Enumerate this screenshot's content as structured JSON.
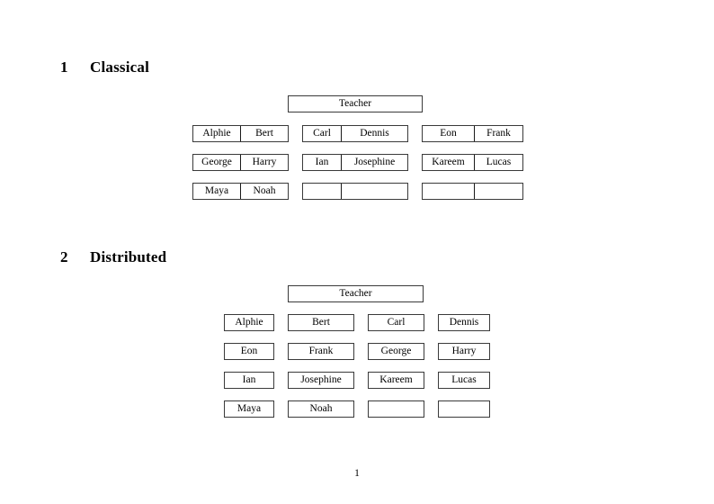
{
  "document": {
    "page_number": "1",
    "page_background": "#ffffff",
    "text_color": "#000000",
    "border_color": "#3a3a3a"
  },
  "sections": [
    {
      "number": "1",
      "title": "Classical",
      "teacher_label": "Teacher",
      "layout": "three-groups-of-two",
      "groups": [
        {
          "name": "group-left",
          "rows": [
            [
              "Alphie",
              "Bert"
            ],
            [
              "George",
              "Harry"
            ],
            [
              "Maya",
              "Noah"
            ]
          ]
        },
        {
          "name": "group-middle",
          "rows": [
            [
              "Carl",
              "Dennis"
            ],
            [
              "Ian",
              "Josephine"
            ],
            [
              "",
              ""
            ]
          ]
        },
        {
          "name": "group-right",
          "rows": [
            [
              "Eon",
              "Frank"
            ],
            [
              "Kareem",
              "Lucas"
            ],
            [
              "",
              ""
            ]
          ]
        }
      ]
    },
    {
      "number": "2",
      "title": "Distributed",
      "teacher_label": "Teacher",
      "layout": "four-columns-single-cells",
      "rows": [
        [
          "Alphie",
          "Bert",
          "Carl",
          "Dennis"
        ],
        [
          "Eon",
          "Frank",
          "George",
          "Harry"
        ],
        [
          "Ian",
          "Josephine",
          "Kareem",
          "Lucas"
        ],
        [
          "Maya",
          "Noah",
          "",
          ""
        ]
      ]
    }
  ]
}
